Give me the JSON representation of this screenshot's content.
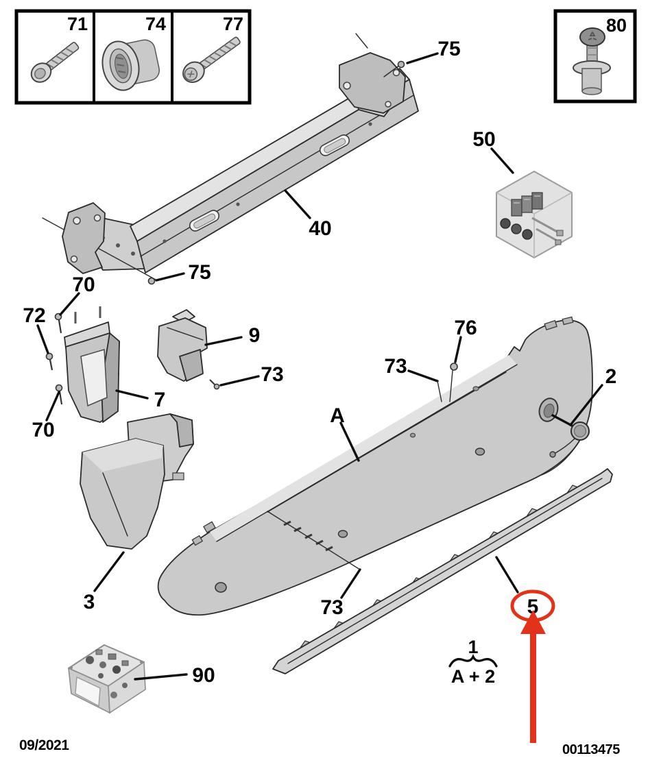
{
  "meta": {
    "date": "09/2021",
    "figure_number": "00113475"
  },
  "highlight": {
    "part": "5",
    "color": "#e2331a",
    "shape": "ellipse-with-up-arrow"
  },
  "labels": {
    "n71": "71",
    "n74": "74",
    "n77": "77",
    "n80": "80",
    "n75": "75",
    "n40": "40",
    "n50": "50",
    "n70": "70",
    "n72": "72",
    "n9": "9",
    "n73": "73",
    "n7": "7",
    "nA": "A",
    "n76": "76",
    "n2": "2",
    "n3": "3",
    "n5": "5",
    "n90": "90",
    "n1": "1",
    "nA2": "A + 2"
  }
}
